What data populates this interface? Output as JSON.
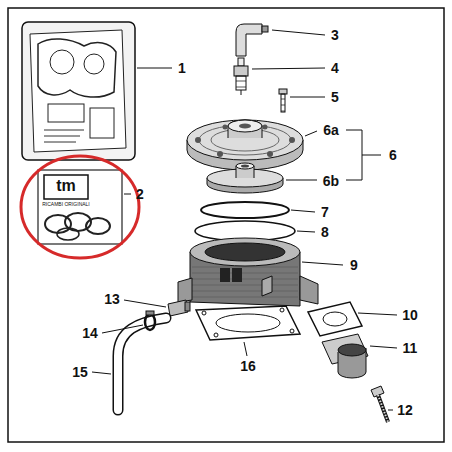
{
  "diagram": {
    "labels": [
      "1",
      "2",
      "tm",
      "RICAMBI ORIGINALI",
      "3",
      "4",
      "5",
      "6a",
      "6b",
      "6",
      "7",
      "8",
      "9",
      "10",
      "11",
      "12",
      "13",
      "14",
      "15",
      "16"
    ]
  }
}
